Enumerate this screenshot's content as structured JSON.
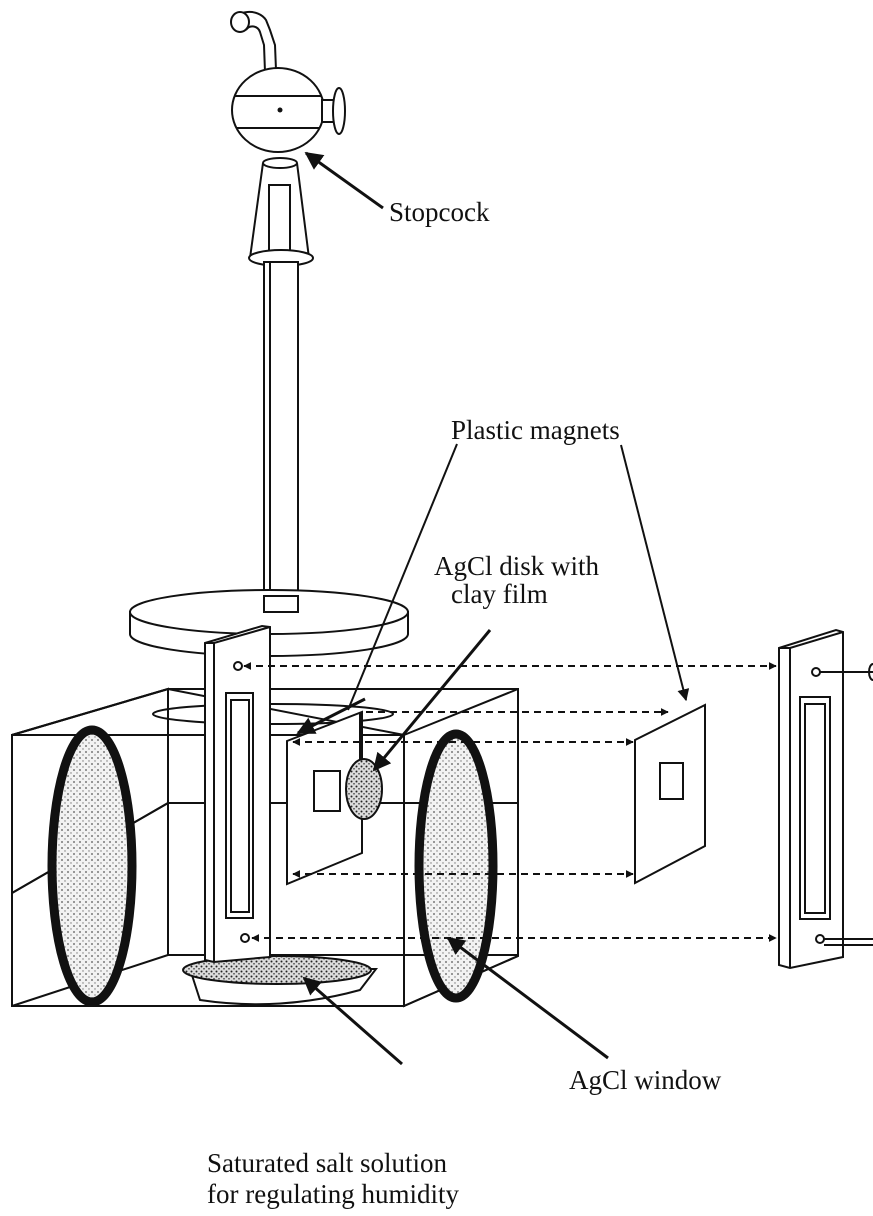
{
  "labels": {
    "stopcock": "Stopcock",
    "plastic_magnets": "Plastic magnets",
    "agcl_disk_line1": "AgCl disk with",
    "agcl_disk_line2": "clay film",
    "agcl_window": "AgCl window",
    "salt_line1": "Saturated salt solution",
    "salt_line2": "for regulating humidity"
  }
}
